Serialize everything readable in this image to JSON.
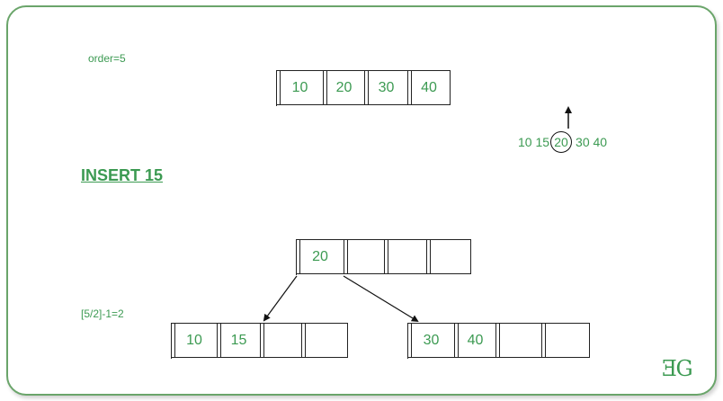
{
  "order_label": "order=5",
  "insert_label": "INSERT 15",
  "min_keys_label": "[5/2]-1=2",
  "sequence": {
    "before": "10 15",
    "middle": "20",
    "after": "30 40"
  },
  "top_node": [
    "10",
    "20",
    "30",
    "40"
  ],
  "root_node": [
    "20",
    "",
    "",
    ""
  ],
  "left_child": [
    "10",
    "15",
    "",
    ""
  ],
  "right_child": [
    "30",
    "40",
    "",
    ""
  ],
  "logo": "ƎG",
  "colors": {
    "accent": "#3c9a52",
    "frame": "#6aa56a",
    "line": "#222222"
  },
  "icons": [
    "up-arrow-icon",
    "arrow-icon"
  ]
}
